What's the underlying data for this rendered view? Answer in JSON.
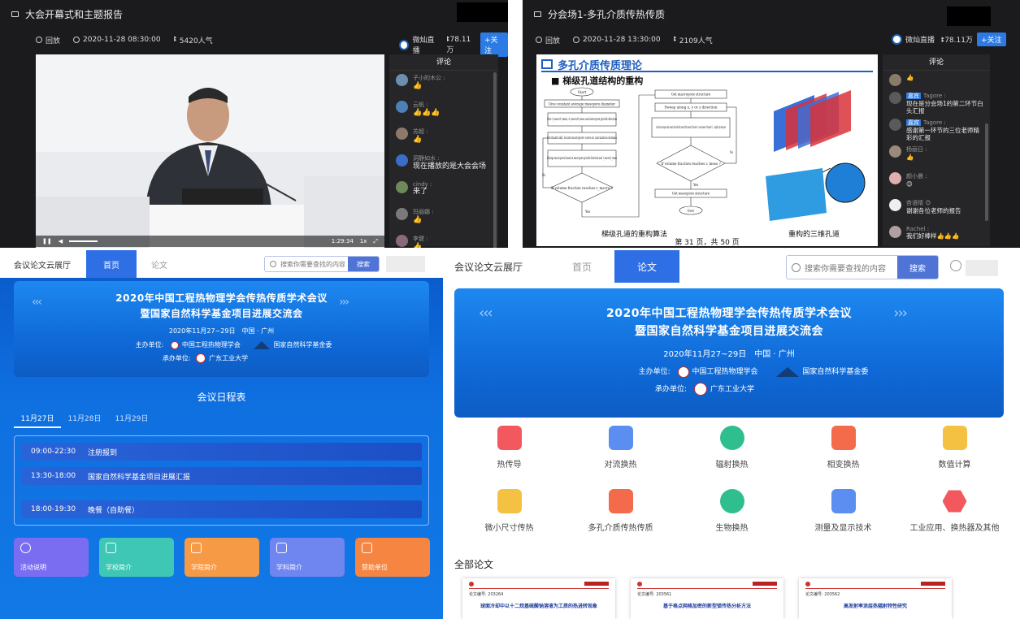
{
  "live1": {
    "title": "大会开幕式和主题报告",
    "replay": "回放",
    "time": "2020-11-28 08:30:00",
    "views": "5420人气",
    "channel": "微灿直播",
    "fans": "78.11万",
    "follow": "+关注",
    "chat_title": "评论",
    "comments": [
      {
        "name": "子小的木公 :",
        "msg": "👍"
      },
      {
        "name": "云帆 :",
        "msg": "👍👍👍"
      },
      {
        "name": "苏超 :",
        "msg": "👍"
      },
      {
        "name": "洞静如水 :",
        "msg": "现在播放的是大会会场"
      },
      {
        "name": "cindy :",
        "msg": "来了"
      },
      {
        "name": "玛丽娜 :",
        "msg": "👍"
      },
      {
        "name": "李健 :",
        "msg": "👍"
      }
    ],
    "player_time": "1:29:34",
    "speed": "1x"
  },
  "live2": {
    "title": "分会场1-多孔介质传热传质",
    "replay": "回放",
    "time": "2020-11-28 13:30:00",
    "views": "2109人气",
    "channel": "微灿直播",
    "fans": "78.11万",
    "follow": "+关注",
    "chat_title": "评论",
    "comments": [
      {
        "name": "",
        "badge": "",
        "msg": "👍"
      },
      {
        "name": "Tagore :",
        "badge": "嘉宾",
        "msg": "现在是分会场1的第二环节白头汇报"
      },
      {
        "name": "Tagore :",
        "badge": "嘉宾",
        "msg": "感谢第一环节的三位老师精彩的汇报"
      },
      {
        "name": "杨丽日 :",
        "badge": "",
        "msg": "👍"
      },
      {
        "name": "颜小晨 :",
        "badge": "",
        "msg": "😊"
      },
      {
        "name": "杏语晴 😊",
        "badge": "",
        "msg": "谢谢各位老师的报告"
      },
      {
        "name": "Rachel :",
        "badge": "",
        "msg": "我们好棒样👍👍👍"
      }
    ],
    "slide": {
      "heading": "多孔介质传质理论",
      "sub": "■ 梯级孔道结构的重构",
      "flow_left": [
        "Start",
        "Give constant average mesopore diameter",
        "Give r_macro/r_meso, d_macro/d_meso and macropore growth direction",
        "Stochastically locate macropore cores in calculation domain",
        "Enlarge macropores based on macropore growth direction and r_macro/r_meso",
        "If volume fraction reaches ε_macro ?",
        "Yes",
        "No"
      ],
      "flow_right": [
        "Get macropore structure",
        "Sweep along x, y or z direction",
        "Locate the macropores and connect them with their nearest (first nearest if iteration=1, second nearest if iteration=2 ...) neighbor by mesopores",
        "If volume fraction reaches ε_meso ?",
        "Get mesopore structure",
        "Over",
        "Yes",
        "No"
      ],
      "caption_left": "梯级孔道的重构算法",
      "caption_right": "重构的三维孔道",
      "page": "第 31 页，共 50 页"
    }
  },
  "site_left": {
    "brand": "会议论文云展厅",
    "tabs": [
      "首页",
      "论文"
    ],
    "search_placeholder": "搜索你需要查找的内容",
    "search_btn": "搜索",
    "banner": {
      "title1": "2020年中国工程热物理学会传热传质学术会议",
      "title2": "暨国家自然科学基金项目进展交流会",
      "date": "2020年11月27~29日　中国 · 广州",
      "host_label": "主办单位:",
      "host1": "中国工程热物理学会",
      "host2": "国家自然科学基金委",
      "org_label": "承办单位:",
      "org": "广东工业大学"
    },
    "schedule_title": "会议日程表",
    "days": [
      "11月27日",
      "11月28日",
      "11月29日"
    ],
    "schedule": [
      {
        "time": "09:00-22:30",
        "event": "注册报到"
      },
      {
        "time": "13:30-18:00",
        "event": "国家自然科学基金项目进展汇报"
      },
      {
        "time": "18:00-19:30",
        "event": "晚餐（自助餐）"
      }
    ],
    "cards": [
      {
        "label": "活动说明",
        "color": "#7b6df2"
      },
      {
        "label": "学校简介",
        "color": "#3dc7b4"
      },
      {
        "label": "学院简介",
        "color": "#f79a45"
      },
      {
        "label": "学科简介",
        "color": "#6f86f0"
      },
      {
        "label": "赞助单位",
        "color": "#f58540"
      }
    ]
  },
  "site_right": {
    "brand": "会议论文云展厅",
    "tabs": [
      "首页",
      "论文"
    ],
    "search_placeholder": "搜索你需要查找的内容",
    "search_btn": "搜索",
    "banner": {
      "title1": "2020年中国工程热物理学会传热传质学术会议",
      "title2": "暨国家自然科学基金项目进展交流会",
      "date": "2020年11月27~29日　中国 · 广州",
      "host_label": "主办单位:",
      "host1": "中国工程热物理学会",
      "host2": "国家自然科学基金委",
      "org_label": "承办单位:",
      "org": "广东工业大学"
    },
    "categories": [
      {
        "label": "热传导",
        "icon": "arrow-box-icon",
        "color": "#f2585e"
      },
      {
        "label": "对流换热",
        "icon": "cloud-shuffle-icon",
        "color": "#5b8ef0"
      },
      {
        "label": "辐射换热",
        "icon": "radiation-icon",
        "color": "#2fbf8f"
      },
      {
        "label": "相变换热",
        "icon": "bus-icon",
        "color": "#f36b4a"
      },
      {
        "label": "数值计算",
        "icon": "calculator-icon",
        "color": "#f5c142"
      },
      {
        "label": "微小尺寸传热",
        "icon": "ruler-icon",
        "color": "#f5c142"
      },
      {
        "label": "多孔介质传热传质",
        "icon": "cubes-icon",
        "color": "#f36b4a"
      },
      {
        "label": "生物换热",
        "icon": "molecule-icon",
        "color": "#2fbf8f"
      },
      {
        "label": "测量及显示技术",
        "icon": "tools-icon",
        "color": "#5b8ef0"
      },
      {
        "label": "工业应用、换热器及其他",
        "icon": "hexagon-icon",
        "color": "#f2585e"
      }
    ],
    "all_papers": "全部论文",
    "papers": [
      {
        "no": "论文编号: 203264",
        "title": "球面冷却中以十二烷基硫酸钠溶液为工质的热进转现象"
      },
      {
        "no": "论文编号: 203561",
        "title": "基于格点网格加密的新型锁传热分析方法"
      },
      {
        "no": "论文编号: 203562",
        "title": "高发射率涂层热辐射特性研究"
      }
    ]
  }
}
